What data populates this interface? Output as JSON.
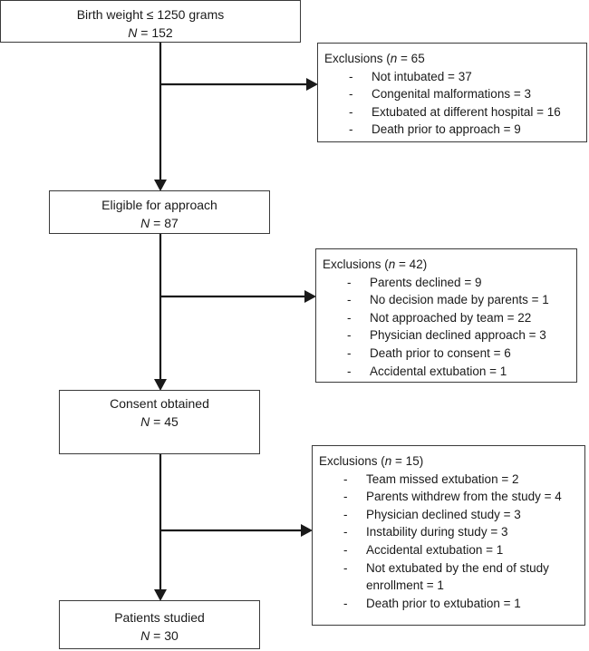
{
  "stages": [
    {
      "label": "Birth weight ≤ 1250 grams",
      "n_prefix": "N",
      "n_value": " = 152"
    },
    {
      "label": "Eligible for approach",
      "n_prefix": "N",
      "n_value": " = 87"
    },
    {
      "label": "Consent obtained",
      "n_prefix": "N",
      "n_value": " = 45"
    },
    {
      "label": "Patients studied",
      "n_prefix": "N",
      "n_value": " = 30"
    }
  ],
  "exclusions": [
    {
      "head_prefix": "Exclusions (",
      "head_n": "n",
      "head_value": " = 65",
      "items": [
        "Not intubated = 37",
        "Congenital malformations = 3",
        "Extubated at different hospital = 16",
        "Death prior to approach = 9"
      ]
    },
    {
      "head_prefix": "Exclusions (",
      "head_n": "n",
      "head_value": " = 42)",
      "items": [
        "Parents declined = 9",
        "No decision made by parents = 1",
        "Not approached by team = 22",
        "Physician declined approach = 3",
        "Death prior to consent = 6",
        "Accidental extubation = 1"
      ]
    },
    {
      "head_prefix": "Exclusions (",
      "head_n": "n",
      "head_value": " = 15)",
      "items": [
        "Team missed extubation = 2",
        "Parents withdrew from the study = 4",
        "Physician declined study = 3",
        "Instability during study = 3",
        "Accidental extubation = 1",
        "Not extubated by the end of study",
        "enrollment = 1",
        "Death prior to extubation = 1"
      ]
    }
  ],
  "dash": "-"
}
